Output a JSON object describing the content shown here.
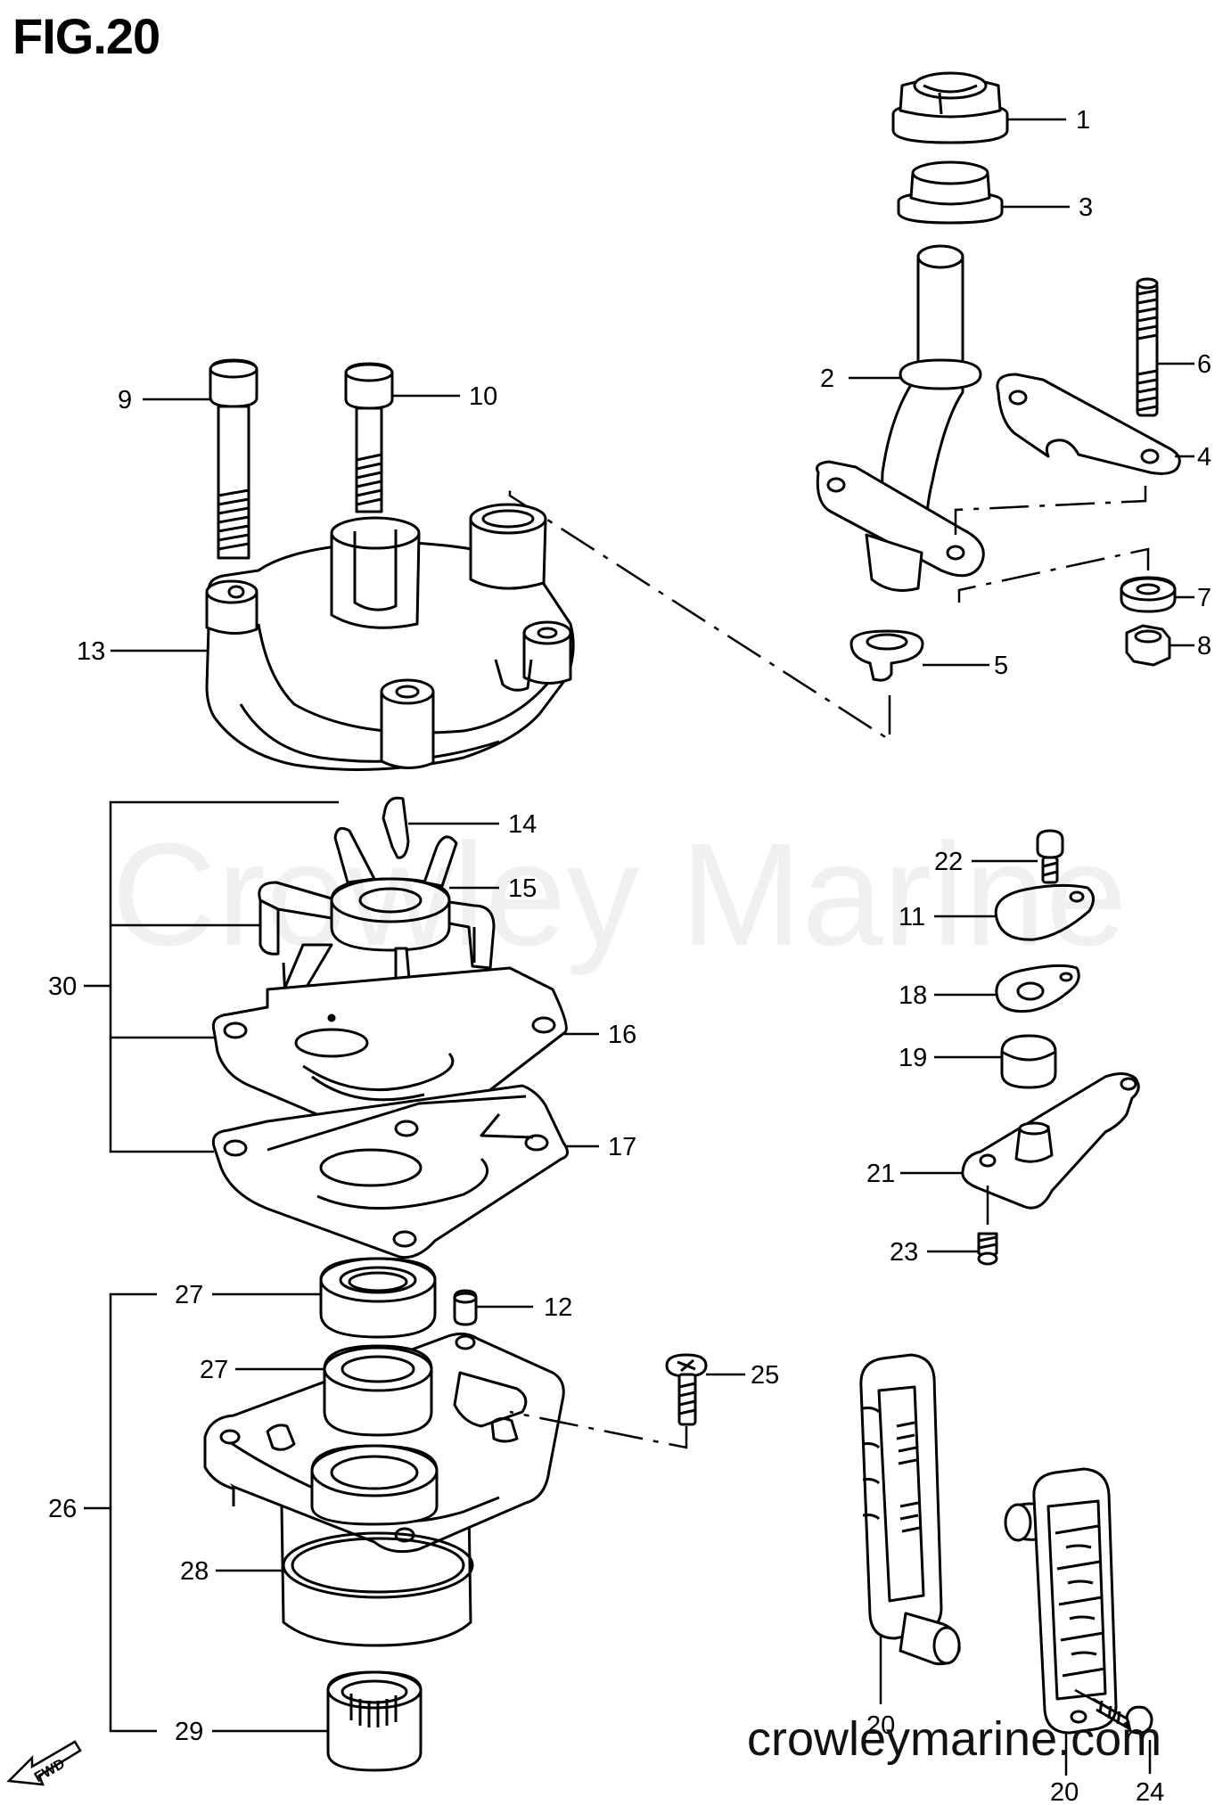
{
  "figure": {
    "title": "FIG.20"
  },
  "watermark": "Crowley Marine",
  "website": "crowleymarine.com",
  "fwd_badge": "FWD",
  "callouts": {
    "c1": "1",
    "c2": "2",
    "c3": "3",
    "c4": "4",
    "c5": "5",
    "c6": "6",
    "c7": "7",
    "c8": "8",
    "c9": "9",
    "c10": "10",
    "c11": "11",
    "c12": "12",
    "c13": "13",
    "c14": "14",
    "c15": "15",
    "c16": "16",
    "c17": "17",
    "c18": "18",
    "c19": "19",
    "c20a": "20",
    "c20b": "20",
    "c21": "21",
    "c22": "22",
    "c23": "23",
    "c24": "24",
    "c25": "25",
    "c26": "26",
    "c27a": "27",
    "c27b": "27",
    "c28": "28",
    "c29": "29",
    "c30": "30"
  }
}
